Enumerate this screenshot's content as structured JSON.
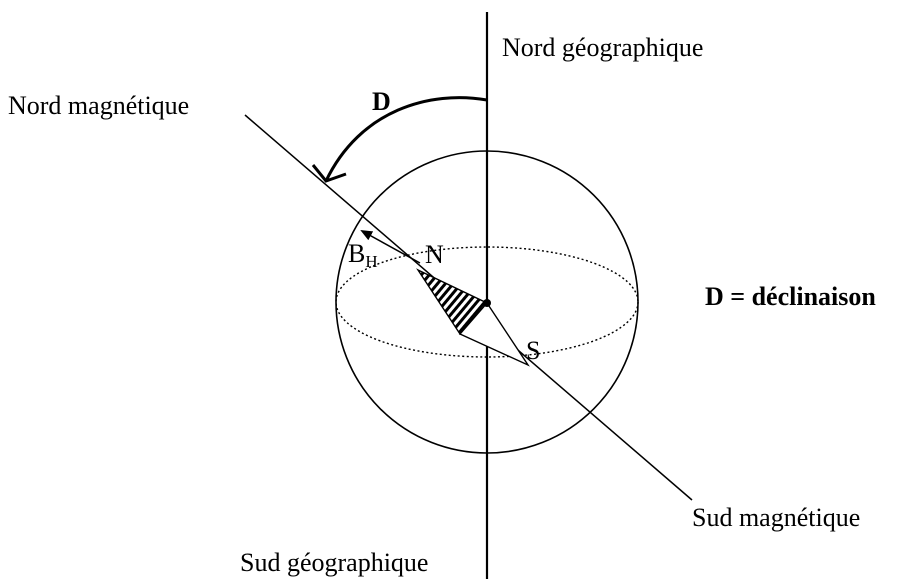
{
  "labels": {
    "geographic_north": "Nord géographique",
    "magnetic_north": "Nord magnétique",
    "declination_symbol": "D",
    "field_symbol": "B",
    "field_subscript": "H",
    "needle_north": "N",
    "needle_south": "S",
    "legend": "D = déclinaison",
    "magnetic_south": "Sud magnétique",
    "geographic_south": "Sud géographique"
  },
  "colors": {
    "ink": "#000000",
    "background": "#ffffff"
  }
}
